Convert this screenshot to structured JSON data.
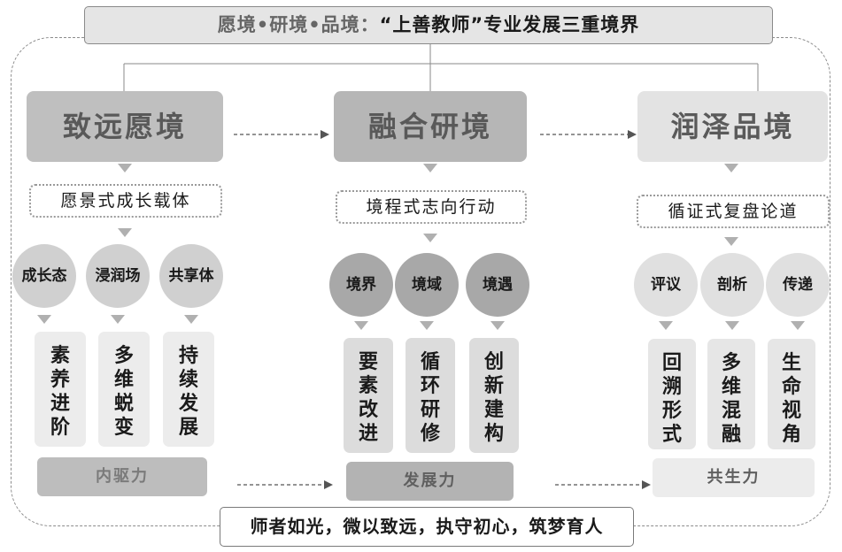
{
  "title": {
    "prefix": "愿境•研境•品境：",
    "main": "“上善教师”专业发展三重境界"
  },
  "columns": [
    {
      "stage": "致远愿境",
      "carrier": "愿景式成长载体",
      "circles": [
        "成长态",
        "浸润场",
        "共享体"
      ],
      "boxes": [
        "素养进阶",
        "多维蜕变",
        "持续发展"
      ],
      "force": "内驱力"
    },
    {
      "stage": "融合研境",
      "carrier": "境程式志向行动",
      "circles": [
        "境界",
        "境域",
        "境遇"
      ],
      "boxes": [
        "要素改进",
        "循环研修",
        "创新建构"
      ],
      "force": "发展力"
    },
    {
      "stage": "润泽品境",
      "carrier": "循证式复盘论道",
      "circles": [
        "评议",
        "剖析",
        "传递"
      ],
      "boxes": [
        "回溯形式",
        "多维混融",
        "生命视角"
      ],
      "force": "共生力"
    }
  ],
  "motto": "师者如光，微以致远，执守初心，筑梦育人",
  "colors": {
    "stage1": "#bfbfbf",
    "stage2": "#b6b6b6",
    "stage3": "#e3e3e3",
    "border": "#8c8c8c"
  }
}
